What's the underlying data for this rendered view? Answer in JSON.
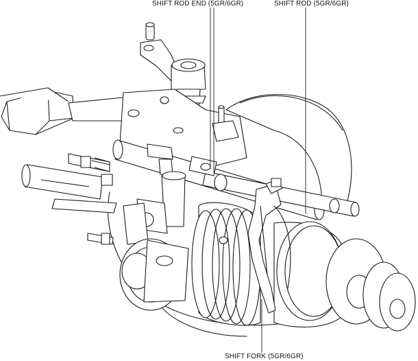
{
  "callouts": {
    "shift_rod_end": "SHIFT ROD END (5GR/6GR)",
    "shift_rod": "SHIFT ROD (5GR/6GR)",
    "shift_fork": "SHIFT FORK (5GR/6GR)"
  }
}
